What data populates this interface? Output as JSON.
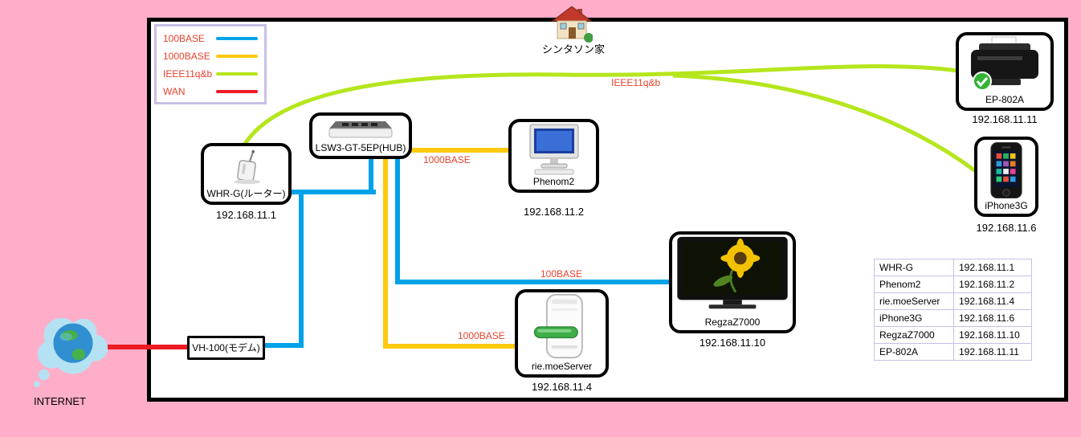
{
  "title": "シンタソン家",
  "colors": {
    "background": "#ffaec9",
    "line_100base": "#00a2e8",
    "line_1000base": "#ffc90e",
    "line_wireless": "#b5e61d",
    "line_wan": "#ed1c24",
    "label_red": "#e8432e",
    "table_border": "#c8bfe7"
  },
  "legend": {
    "items": [
      {
        "label": "100BASE",
        "color": "#00a2e8"
      },
      {
        "label": "1000BASE",
        "color": "#ffc90e"
      },
      {
        "label": "IEEE11q&b",
        "color": "#b5e61d"
      },
      {
        "label": "WAN",
        "color": "#ed1c24"
      }
    ]
  },
  "devices": {
    "router": {
      "label": "WHR-G(ルーター)",
      "ip": "192.168.11.1"
    },
    "hub": {
      "label": "LSW3-GT-5EP(HUB)"
    },
    "phenom2": {
      "label": "Phenom2",
      "ip": "192.168.11.2"
    },
    "printer": {
      "label": "EP-802A",
      "ip": "192.168.11.11"
    },
    "iphone": {
      "label": "iPhone3G",
      "ip": "192.168.11.6"
    },
    "tv": {
      "label": "RegzaZ7000",
      "ip": "192.168.11.10"
    },
    "server": {
      "label": "rie.moeServer",
      "ip": "192.168.11.4"
    },
    "modem": {
      "label": "VH-100(モデム)"
    },
    "internet": {
      "label": "INTERNET"
    }
  },
  "link_labels": {
    "hub_phenom2": "1000BASE",
    "hub_tv": "100BASE",
    "hub_server": "1000BASE",
    "wireless": "IEEE11q&b"
  },
  "ip_table": {
    "rows": [
      {
        "name": "WHR-G",
        "ip": "192.168.11.1"
      },
      {
        "name": "Phenom2",
        "ip": "192.168.11.2"
      },
      {
        "name": "rie.moeServer",
        "ip": "192.168.11.4"
      },
      {
        "name": "iPhone3G",
        "ip": "192.168.11.6"
      },
      {
        "name": "RegzaZ7000",
        "ip": "192.168.11.10"
      },
      {
        "name": "EP-802A",
        "ip": "192.168.11.11"
      }
    ]
  }
}
